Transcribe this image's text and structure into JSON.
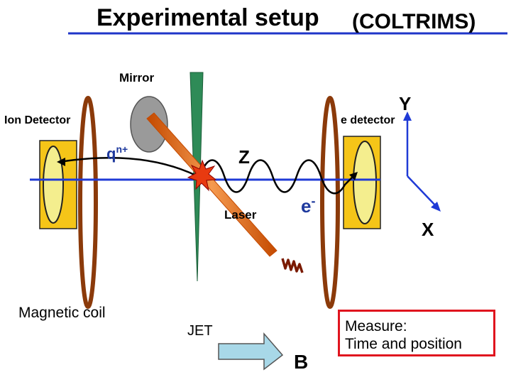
{
  "title": "Experimental setup",
  "subtitle": "(COLTRIMS)",
  "labels": {
    "mirror": "Mirror",
    "ion_detector": "Ion Detector",
    "e_detector": "e detector",
    "axis_y": "Y",
    "axis_x": "X",
    "axis_z": "Z",
    "ion": "q",
    "ion_charge": "n+",
    "electron": "e",
    "electron_charge": "-",
    "laser": "Laser",
    "magnetic_coil": "Magnetic coil",
    "jet": "JET",
    "b_field": "B"
  },
  "measure": {
    "line1": "Measure:",
    "line2": "Time and position"
  },
  "colors": {
    "title_underline": "#1f35c8",
    "coil": "#8b3a0a",
    "detector_fill": "#f5c518",
    "spectrometer_axis": "#1f3ad6",
    "jet": "#2e8b57",
    "laser": "#f07020",
    "laser_edge": "#c44a00",
    "mirror": "#9a9a9a",
    "b_arrow": "#a8d8e8",
    "measure_border": "#e0141e",
    "photon": "#7a1a00",
    "label_blue": "#1f3a9e"
  }
}
